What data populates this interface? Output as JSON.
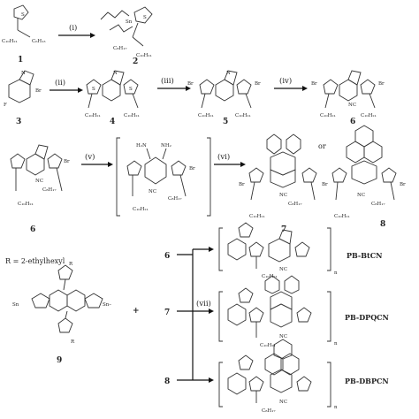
{
  "compounds": [
    {
      "id": "1",
      "label": "1"
    },
    {
      "id": "2",
      "label": "2"
    },
    {
      "id": "3",
      "label": "3"
    },
    {
      "id": "4",
      "label": "4"
    },
    {
      "id": "5",
      "label": "5"
    },
    {
      "id": "6a",
      "label": "6"
    },
    {
      "id": "6b",
      "label": "6"
    },
    {
      "id": "7",
      "label": "7"
    },
    {
      "id": "8",
      "label": "8"
    },
    {
      "id": "9",
      "label": "9"
    },
    {
      "id": "6c",
      "label": "6"
    },
    {
      "id": "7c",
      "label": "7"
    },
    {
      "id": "8c",
      "label": "8"
    }
  ],
  "steps": [
    "(i)",
    "(ii)",
    "(iii)",
    "(iv)",
    "(v)",
    "(vi)",
    "(vii)"
  ],
  "or_label": "or",
  "plus_label": "+",
  "r_definition": "R = 2-ethylhexyl",
  "polymers": [
    "PB-BtCN",
    "PB-DPQCN",
    "PB-DBPCN"
  ],
  "repeat_label": "n",
  "atoms": {
    "br": "Br",
    "s": "S",
    "n": "N",
    "f": "F",
    "sn": "Sn",
    "snm": "Sn–",
    "nc": "NC",
    "nh2": "NH₂",
    "h2n": "H₂N",
    "r": "R",
    "c10": "C₁₀H₂₁",
    "c8": "C₈H₁₇",
    "c6": "C₆H₁₃",
    "c8short": "C₈H₁₇"
  }
}
